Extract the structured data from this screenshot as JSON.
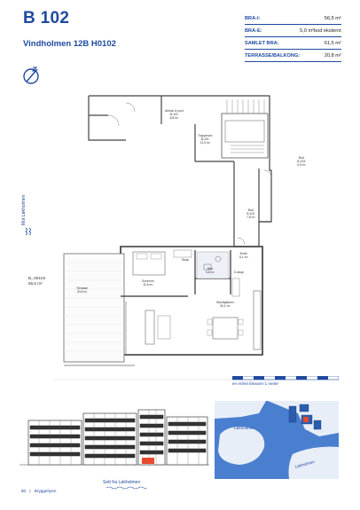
{
  "header": {
    "unit": "B 102",
    "address": "Vindholmen 12B H0102"
  },
  "areas": [
    {
      "label": "BRA-I:",
      "value": "56,5 m²"
    },
    {
      "label": "BRA-E:",
      "value": "5,0 m²bod eksternt"
    },
    {
      "label": "SAMLET BRA:",
      "value": "61,5 m²"
    },
    {
      "label": "TERRASSE/BALKONG:",
      "value": "20,8 m²"
    }
  ],
  "plan": {
    "direction_label": "Mot Løkholmen",
    "unit_code": "B_H0102",
    "unit_area": "56,5 m²",
    "rooms": {
      "airlock_name": "Airlock & post",
      "airlock_id": "B-101",
      "airlock_area": "8,8 m²",
      "stair_name": "Trapperom",
      "stair_id": "B-101",
      "stair_area": "21,5 m²",
      "bod1_name": "Bod",
      "bod1_id": "B-103",
      "bod1_area": "3,9 m²",
      "bod2_name": "Bod",
      "bod2_id": "B-102",
      "bod2_area": "7,8 m²",
      "terrasse_name": "Terrasse",
      "terrasse_area": "20,8 m²",
      "sov_name": "Soverom",
      "sov_area": "11,8 m²",
      "bad_name": "Bad",
      "bad_area": "5,8 m²",
      "entre_name": "Entré",
      "entre_area": "5,1 m²",
      "stue_name": "Stue/kjøkken",
      "stue_area": "30,1 m²",
      "skap": "Skap",
      "dskap": "D-skap"
    },
    "scale_label": "en enhet tilsvarer 1 meter"
  },
  "elevation": {
    "caption": "Sett fra Løkholmen"
  },
  "map": {
    "label1": "Løkholmen",
    "label2": "Løkholmen"
  },
  "footer": {
    "page": "80",
    "sep": "|",
    "brand": "Bryggehyen"
  },
  "colors": {
    "brand": "#1f4aa0",
    "highlight": "#e84a2c",
    "sea": "#4a7fd0"
  }
}
